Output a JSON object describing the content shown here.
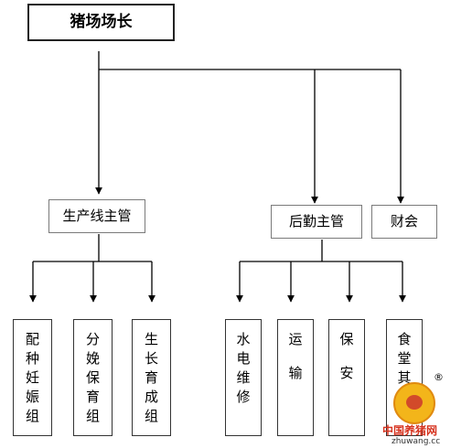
{
  "org_chart": {
    "root": {
      "label": "猪场场长"
    },
    "managers": [
      {
        "id": "production",
        "label": "生产线主管"
      },
      {
        "id": "logistics",
        "label": "后勤主管"
      },
      {
        "id": "finance",
        "label": "财会"
      }
    ],
    "production_groups": [
      {
        "id": "breeding",
        "label": "配种妊娠组"
      },
      {
        "id": "farrowing",
        "label": "分娩保育组"
      },
      {
        "id": "growing",
        "label": "生长育成组"
      }
    ],
    "logistics_groups": [
      {
        "id": "maintenance",
        "label": "水电维修"
      },
      {
        "id": "transport",
        "label": "运输"
      },
      {
        "id": "security",
        "label": "保安"
      },
      {
        "id": "canteen",
        "label": "食堂其"
      }
    ]
  },
  "watermark": {
    "name": "中国养猪网",
    "site": "zhuwang.cc",
    "registered_mark": "®"
  },
  "colors": {
    "line": "#000000",
    "box_border": "#333333",
    "watermark_red": "#d6331f",
    "watermark_orange": "#f3b51a"
  }
}
